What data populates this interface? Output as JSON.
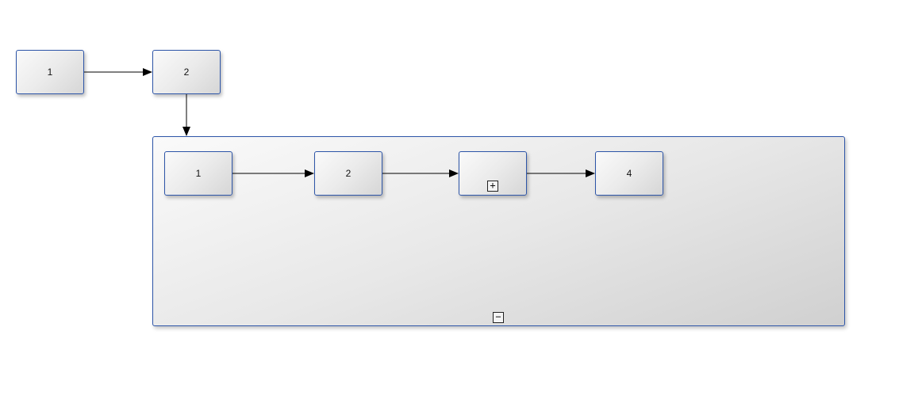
{
  "top_nodes": [
    {
      "label": "1"
    },
    {
      "label": "2"
    }
  ],
  "group": {
    "nodes": [
      {
        "label": "1"
      },
      {
        "label": "2"
      },
      {
        "label": ""
      },
      {
        "label": "4"
      }
    ],
    "expand_glyph": "+",
    "collapse_glyph": "−"
  },
  "colors": {
    "node_border": "#2d55a8",
    "edge": "#000000"
  }
}
